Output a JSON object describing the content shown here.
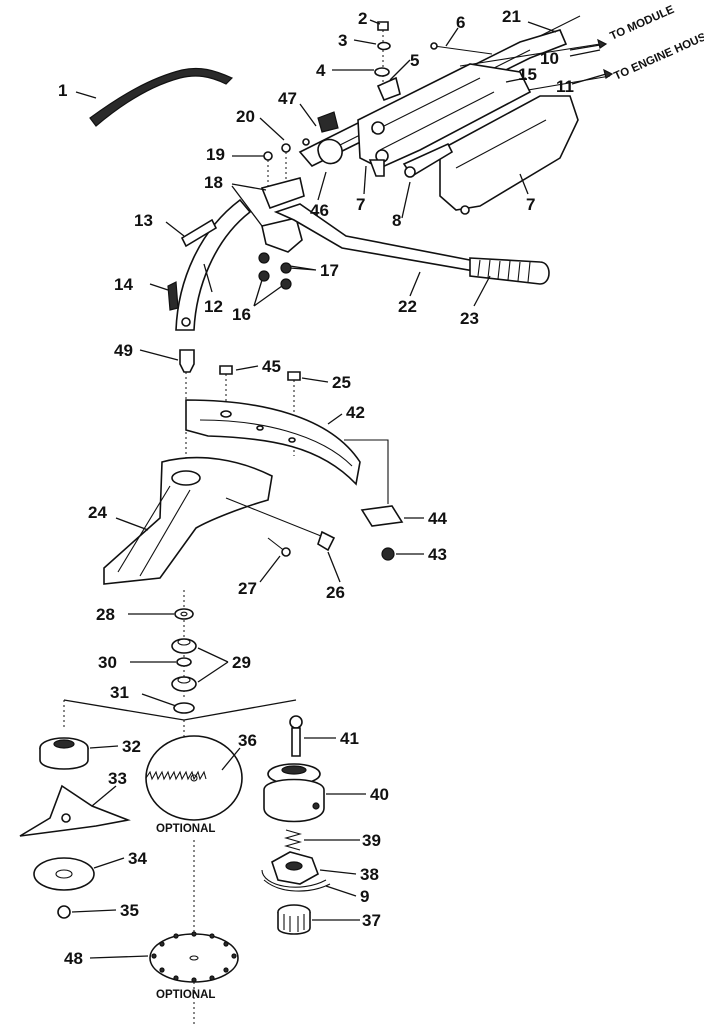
{
  "callouts": [
    {
      "id": "c1",
      "text": "1"
    },
    {
      "id": "c2",
      "text": "2"
    },
    {
      "id": "c3",
      "text": "3"
    },
    {
      "id": "c4",
      "text": "4"
    },
    {
      "id": "c5",
      "text": "5"
    },
    {
      "id": "c6",
      "text": "6"
    },
    {
      "id": "c7a",
      "text": "7"
    },
    {
      "id": "c7b",
      "text": "7"
    },
    {
      "id": "c8",
      "text": "8"
    },
    {
      "id": "c9",
      "text": "9"
    },
    {
      "id": "c10",
      "text": "10"
    },
    {
      "id": "c11",
      "text": "11"
    },
    {
      "id": "c12",
      "text": "12"
    },
    {
      "id": "c13",
      "text": "13"
    },
    {
      "id": "c14",
      "text": "14"
    },
    {
      "id": "c15",
      "text": "15"
    },
    {
      "id": "c16",
      "text": "16"
    },
    {
      "id": "c17",
      "text": "17"
    },
    {
      "id": "c18",
      "text": "18"
    },
    {
      "id": "c19",
      "text": "19"
    },
    {
      "id": "c20",
      "text": "20"
    },
    {
      "id": "c21",
      "text": "21"
    },
    {
      "id": "c22",
      "text": "22"
    },
    {
      "id": "c23",
      "text": "23"
    },
    {
      "id": "c24",
      "text": "24"
    },
    {
      "id": "c25",
      "text": "25"
    },
    {
      "id": "c26",
      "text": "26"
    },
    {
      "id": "c27",
      "text": "27"
    },
    {
      "id": "c28",
      "text": "28"
    },
    {
      "id": "c29",
      "text": "29"
    },
    {
      "id": "c30",
      "text": "30"
    },
    {
      "id": "c31",
      "text": "31"
    },
    {
      "id": "c32",
      "text": "32"
    },
    {
      "id": "c33",
      "text": "33"
    },
    {
      "id": "c34",
      "text": "34"
    },
    {
      "id": "c35",
      "text": "35"
    },
    {
      "id": "c36",
      "text": "36"
    },
    {
      "id": "c37",
      "text": "37"
    },
    {
      "id": "c38",
      "text": "38"
    },
    {
      "id": "c39",
      "text": "39"
    },
    {
      "id": "c40",
      "text": "40"
    },
    {
      "id": "c41",
      "text": "41"
    },
    {
      "id": "c42",
      "text": "42"
    },
    {
      "id": "c43",
      "text": "43"
    },
    {
      "id": "c44",
      "text": "44"
    },
    {
      "id": "c45",
      "text": "45"
    },
    {
      "id": "c46",
      "text": "46"
    },
    {
      "id": "c47",
      "text": "47"
    },
    {
      "id": "c48",
      "text": "48"
    },
    {
      "id": "c49",
      "text": "49"
    }
  ],
  "notes": {
    "to_module": "TO MODULE",
    "to_engine_housing": "TO ENGINE HOUSING",
    "optional_1": "OPTIONAL",
    "optional_2": "OPTIONAL"
  }
}
